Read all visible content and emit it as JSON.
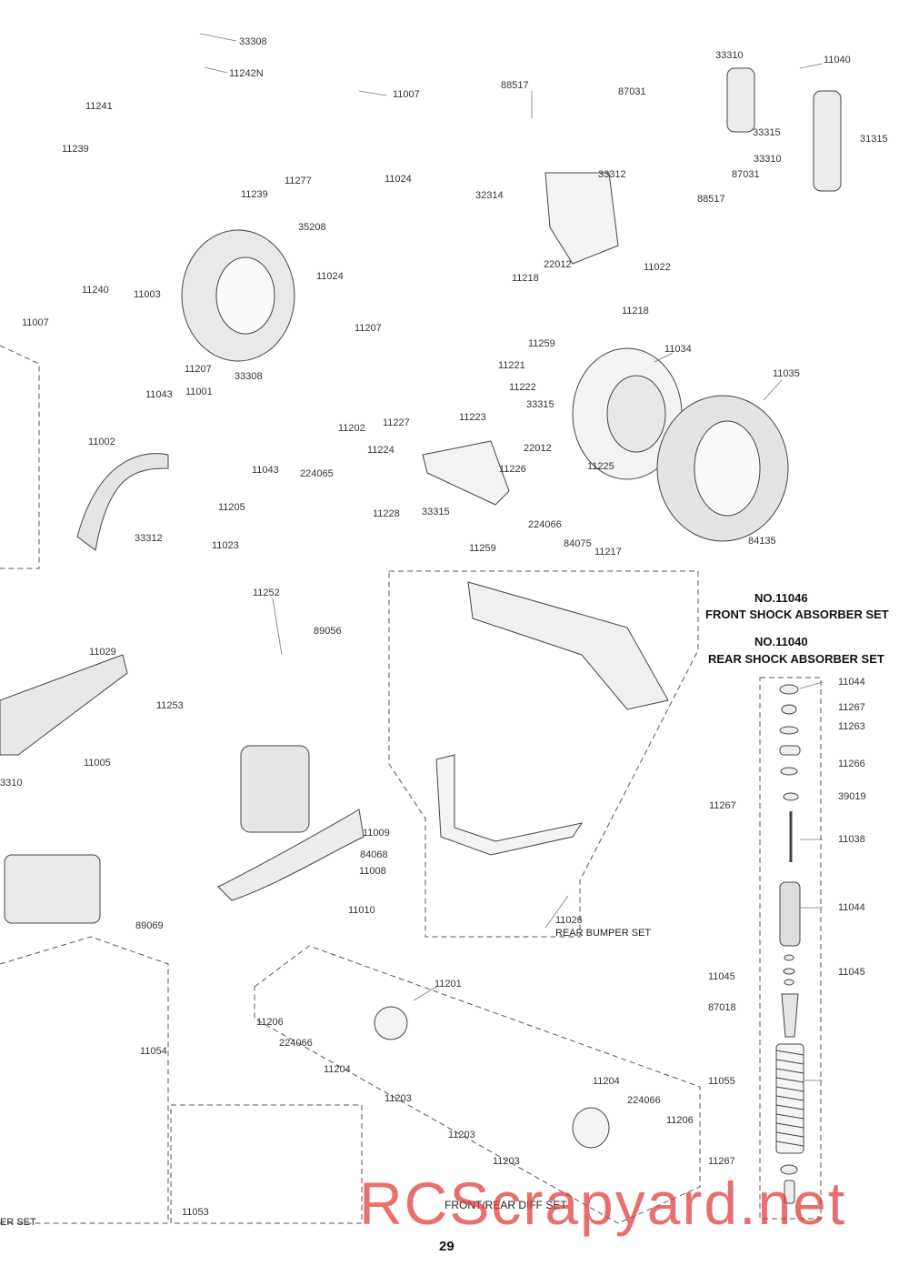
{
  "page_number": "29",
  "watermark": "RCScrapyard.net",
  "set_titles": {
    "front_shock_no": "NO.11046",
    "front_shock_name": "FRONT SHOCK ABSORBER  SET",
    "rear_shock_no": "NO.11040",
    "rear_shock_name": "REAR SHOCK ABSORBER  SET"
  },
  "set_labels": {
    "rear_bumper": "REAR BUMPER SET",
    "diff": "FRONT/REAR DIFF SET",
    "bumper_left": "ER SET"
  },
  "part_labels": [
    "33308",
    "11242N",
    "11007",
    "11241",
    "11239",
    "11277",
    "11239",
    "11003",
    "11240",
    "11007",
    "88517",
    "87031",
    "33310",
    "11040",
    "33315",
    "33310",
    "87031",
    "31315",
    "33312",
    "88517",
    "11022",
    "11024",
    "32314",
    "35208",
    "11024",
    "22012",
    "11218",
    "11218",
    "11207",
    "11259",
    "11221",
    "11034",
    "11035",
    "11207",
    "33308",
    "11043",
    "11001",
    "11202",
    "11227",
    "11222",
    "33315",
    "11223",
    "22012",
    "11002",
    "11043",
    "224065",
    "11224",
    "11225",
    "11226",
    "11205",
    "33312",
    "11023",
    "11228",
    "33315",
    "224066",
    "84075",
    "11217",
    "11259",
    "84135",
    "11252",
    "89056",
    "11029",
    "11253",
    "11005",
    "3310",
    "11009",
    "84068",
    "11008",
    "11010",
    "89069",
    "11026",
    "11201",
    "11206",
    "224066",
    "11204",
    "11203",
    "11203",
    "11204",
    "224066",
    "11206",
    "11203",
    "11054",
    "11053",
    "11044",
    "11267",
    "11263",
    "11266",
    "11267",
    "39019",
    "11038",
    "11044",
    "11045",
    "11045",
    "87018",
    "11055",
    "11267"
  ]
}
